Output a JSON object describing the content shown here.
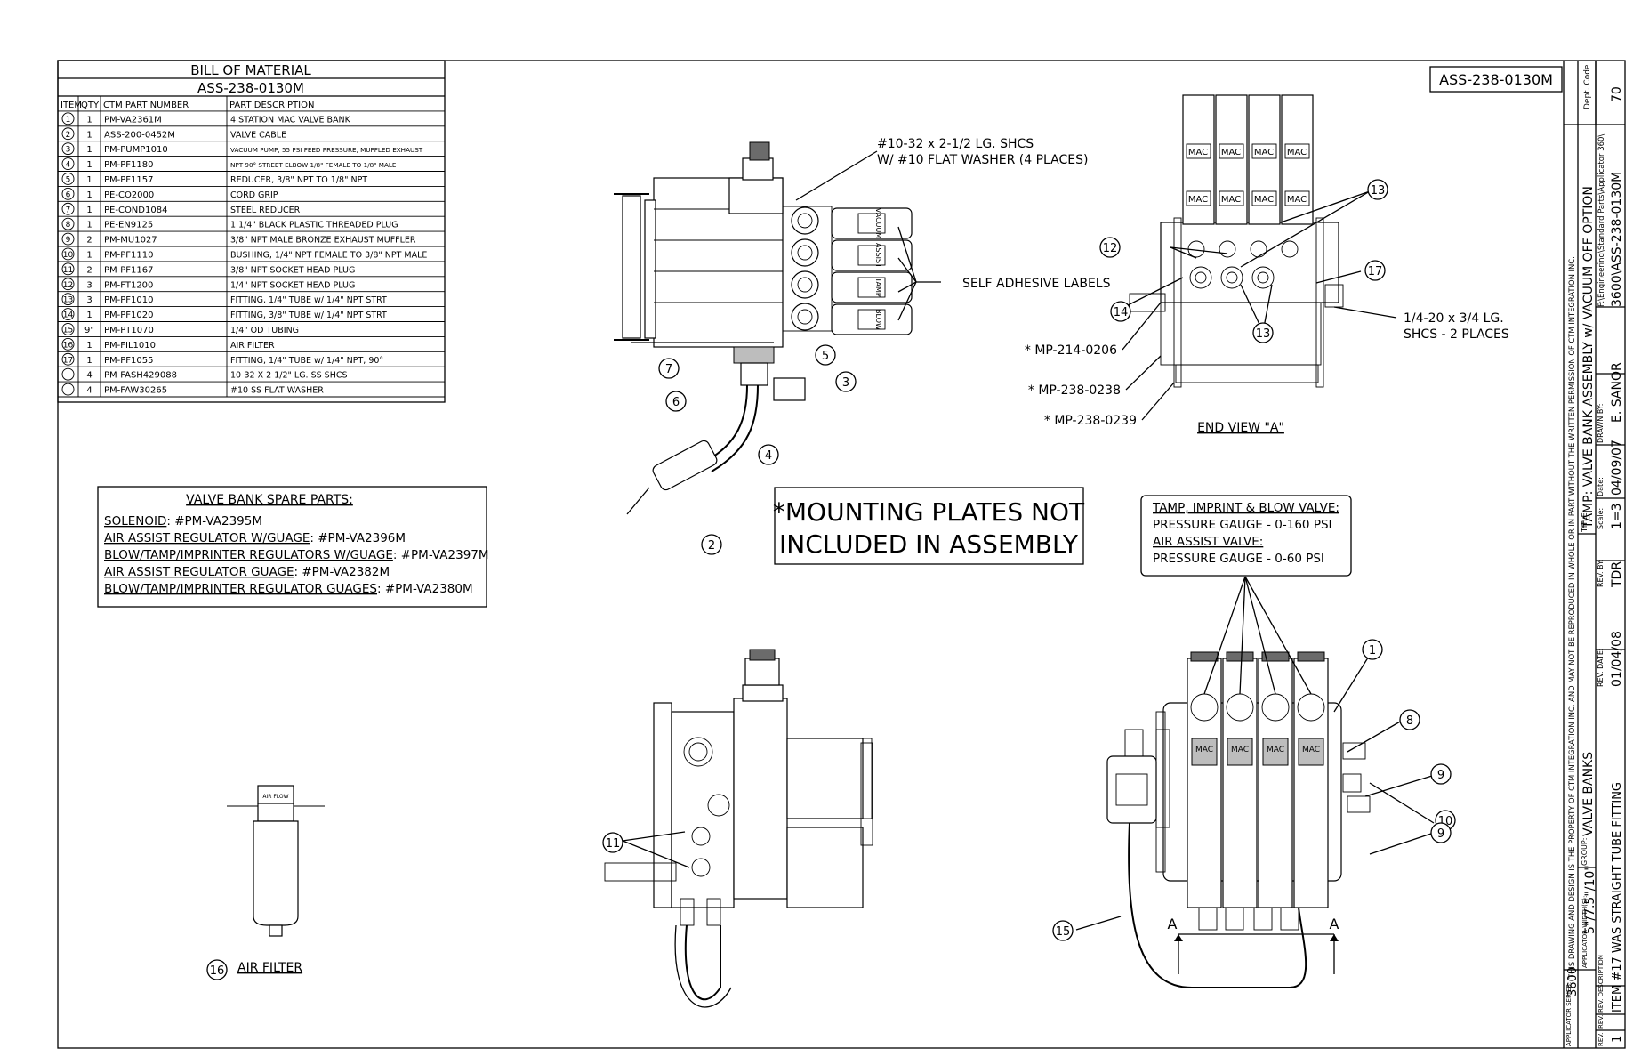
{
  "bom": {
    "title": "BILL OF MATERIAL",
    "assembly": "ASS-238-0130M",
    "headers": [
      "ITEM",
      "QTY",
      "CTM PART NUMBER",
      "PART DESCRIPTION"
    ],
    "rows": [
      {
        "item": "1",
        "qty": "1",
        "part": "PM-VA2361M",
        "desc": "4 STATION MAC VALVE BANK"
      },
      {
        "item": "2",
        "qty": "1",
        "part": "ASS-200-0452M",
        "desc": "VALVE CABLE"
      },
      {
        "item": "3",
        "qty": "1",
        "part": "PM-PUMP1010",
        "desc": "VACUUM PUMP, 55 PSI FEED PRESSURE, MUFFLED EXHAUST"
      },
      {
        "item": "4",
        "qty": "1",
        "part": "PM-PF1180",
        "desc": "NPT 90° STREET ELBOW 1/8\" FEMALE TO 1/8\" MALE"
      },
      {
        "item": "5",
        "qty": "1",
        "part": "PM-PF1157",
        "desc": "REDUCER, 3/8\" NPT TO 1/8\" NPT"
      },
      {
        "item": "6",
        "qty": "1",
        "part": "PE-CO2000",
        "desc": "CORD GRIP"
      },
      {
        "item": "7",
        "qty": "1",
        "part": "PE-COND1084",
        "desc": "STEEL REDUCER"
      },
      {
        "item": "8",
        "qty": "1",
        "part": "PE-EN9125",
        "desc": "1 1/4\" BLACK PLASTIC THREADED PLUG"
      },
      {
        "item": "9",
        "qty": "2",
        "part": "PM-MU1027",
        "desc": "3/8\" NPT MALE BRONZE EXHAUST MUFFLER"
      },
      {
        "item": "10",
        "qty": "1",
        "part": "PM-PF1110",
        "desc": "BUSHING, 1/4\" NPT FEMALE TO 3/8\" NPT MALE"
      },
      {
        "item": "11",
        "qty": "2",
        "part": "PM-PF1167",
        "desc": "3/8\" NPT SOCKET HEAD PLUG"
      },
      {
        "item": "12",
        "qty": "3",
        "part": "PM-FT1200",
        "desc": "1/4\" NPT SOCKET HEAD PLUG"
      },
      {
        "item": "13",
        "qty": "3",
        "part": "PM-PF1010",
        "desc": "FITTING, 1/4\" TUBE w/ 1/4\" NPT STRT"
      },
      {
        "item": "14",
        "qty": "1",
        "part": "PM-PF1020",
        "desc": "FITTING, 3/8\" TUBE w/ 1/4\" NPT STRT"
      },
      {
        "item": "15",
        "qty": "9\"",
        "part": "PM-PT1070",
        "desc": "1/4\" OD TUBING"
      },
      {
        "item": "16",
        "qty": "1",
        "part": "PM-FIL1010",
        "desc": "AIR FILTER"
      },
      {
        "item": "17",
        "qty": "1",
        "part": "PM-PF1055",
        "desc": "FITTING, 1/4\" TUBE w/ 1/4\" NPT, 90°"
      },
      {
        "item": "",
        "qty": "4",
        "part": "PM-FASH429088",
        "desc": "10-32 X 2 1/2\" LG. SS SHCS"
      },
      {
        "item": "",
        "qty": "4",
        "part": "PM-FAW30265",
        "desc": "#10 SS FLAT WASHER"
      }
    ]
  },
  "spares": {
    "title": "VALVE BANK SPARE PARTS:",
    "lines": [
      {
        "label": "SOLENOID",
        "part": "#PM-VA2395M"
      },
      {
        "label": "AIR ASSIST REGULATOR W/GUAGE",
        "part": "#PM-VA2396M"
      },
      {
        "label": "BLOW/TAMP/IMPRINTER REGULATORS W/GUAGE",
        "part": "#PM-VA2397M"
      },
      {
        "label": "AIR ASSIST REGULATOR GUAGE",
        "part": "#PM-VA2382M"
      },
      {
        "label": "BLOW/TAMP/IMPRINTER REGULATOR GUAGES",
        "part": "#PM-VA2380M"
      }
    ]
  },
  "notes": {
    "mounting_line1": "*MOUNTING PLATES NOT",
    "mounting_line2": "INCLUDED IN ASSEMBLY",
    "pressure_l1": "TAMP, IMPRINT & BLOW VALVE:",
    "pressure_l2": "PRESSURE GAUGE - 0-160 PSI",
    "pressure_l3": "AIR ASSIST VALVE:",
    "pressure_l4": "PRESSURE GAUGE - 0-60 PSI",
    "shcs_l1": "#10-32 x 2-1/2 LG. SHCS",
    "shcs_l2": "W/ #10 FLAT WASHER (4 PLACES)",
    "labels": "SELF ADHESIVE LABELS",
    "bolt_l1": "1/4-20 x 3/4 LG.",
    "bolt_l2": "SHCS - 2 PLACES",
    "mp1": "* MP-214-0206",
    "mp2": "* MP-238-0238",
    "mp3": "* MP-238-0239",
    "end_view": "END VIEW \"A\"",
    "air_filter": "AIR FILTER",
    "air_flow": "AIR FLOW",
    "section_a": "A",
    "valve_labels": [
      "VACUUM",
      "ASSIST",
      "TAMP",
      "BLOW"
    ],
    "mac": "MAC"
  },
  "callouts": {
    "c1": "1",
    "c2": "2",
    "c3": "3",
    "c4": "4",
    "c5": "5",
    "c6": "6",
    "c7": "7",
    "c8": "8",
    "c9": "9",
    "c10": "10",
    "c11": "11",
    "c12": "12",
    "c13": "13",
    "c14": "14",
    "c15": "15",
    "c16": "16",
    "c17": "17"
  },
  "title_block": {
    "drawing_number_box": "ASS-238-0130M",
    "dept_code_label": "Dept. Code",
    "dept_code": "70",
    "file_path": "F:\\Engineering\\Standard Parts\\Applicator 360\\",
    "drawing_no": "3600\\ASS-238-0130M",
    "proprietary": "THIS DRAWING AND DESIGN IS THE PROPERTY OF CTM INTEGRATION INC. AND MAY NOT BE REPRODUCED IN WHOLE OR IN PART WITHOUT THE WRITTEN PERMISSION OF CTM INTEGRATION INC.",
    "title_label": "TITLE:",
    "title": "TAMP: VALVE BANK ASSEMBLY w/ VACUUM OFF OPTION",
    "group_label": "GROUP:",
    "group": "VALVE BANKS",
    "series_label": "APPLICATOR SERIES:",
    "series": "3600",
    "width_label": "APPLICATOR WIDTH(S):",
    "width": "5\"/7.5\"/10\"",
    "rev_date_label": "REV. DATE:",
    "rev_date": "01/04/08",
    "rev_by_label": "REV. BY:",
    "rev_by": "TDR",
    "scale_label": "Scale:",
    "scale": "1=3",
    "date_label": "Date:",
    "date": "04/09/07",
    "drawn_by_label": "DRAWN BY:",
    "drawn_by": "E. SANOR",
    "rev_label": "REV.",
    "rev": "1",
    "rev_desc_label": "REV. DESCRIPTION",
    "rev_desc": "ITEM #17 WAS STRAIGHT TUBE FITTING"
  }
}
